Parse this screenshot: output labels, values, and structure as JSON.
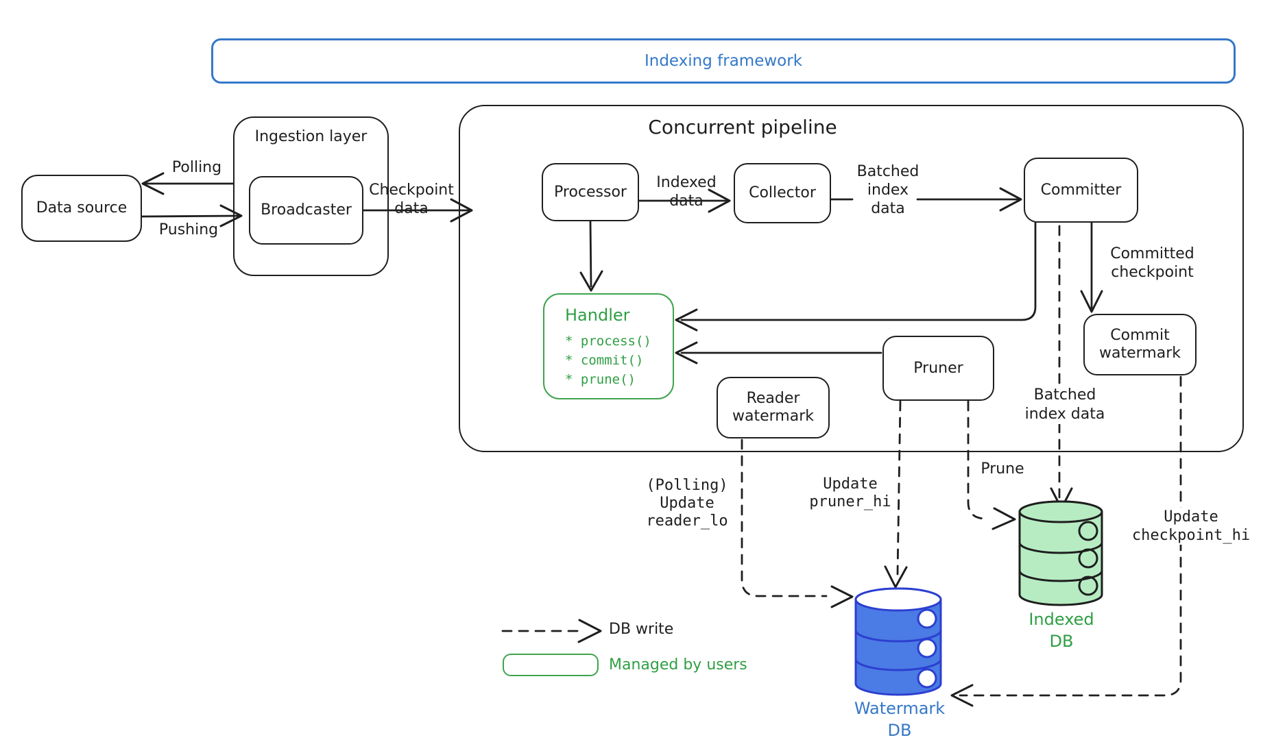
{
  "title": "Indexing framework",
  "nodes": {
    "data_source": "Data source",
    "ingestion_layer": "Ingestion layer",
    "broadcaster": "Broadcaster",
    "concurrent_pipeline": "Concurrent pipeline",
    "processor": "Processor",
    "collector": "Collector",
    "committer": "Committer",
    "commit_watermark": "Commit\nwatermark",
    "handler": {
      "title": "Handler",
      "methods": [
        "* process()",
        "* commit()",
        "* prune()"
      ]
    },
    "pruner": "Pruner",
    "reader_watermark": "Reader\nwatermark"
  },
  "edges": {
    "polling": "Polling",
    "pushing": "Pushing",
    "checkpoint_data": "Checkpoint\ndata",
    "indexed_data": "Indexed\ndata",
    "batched_index_data": "Batched\nindex\ndata",
    "committed_checkpoint": "Committed\ncheckpoint",
    "batched_index_data_to_db": "Batched\nindex data",
    "polling_update_reader_lo": "(Polling)\nUpdate\nreader_lo",
    "update_pruner_hi": "Update\npruner_hi",
    "prune": "Prune",
    "update_checkpoint_hi": "Update\ncheckpoint_hi"
  },
  "databases": {
    "watermark_db": "Watermark\nDB",
    "indexed_db": "Indexed\nDB"
  },
  "legend": {
    "db_write": "DB write",
    "managed_by_users": "Managed by users"
  },
  "colors": {
    "ink": "#1e1e1e",
    "blue": "#3478c8",
    "green": "#2f9e44",
    "handler_green": "#3fa34d",
    "watermark_db_fill": "#4b7be4",
    "watermark_db_stroke": "#2b3fd0",
    "indexed_db_fill": "#b7ecc2"
  }
}
